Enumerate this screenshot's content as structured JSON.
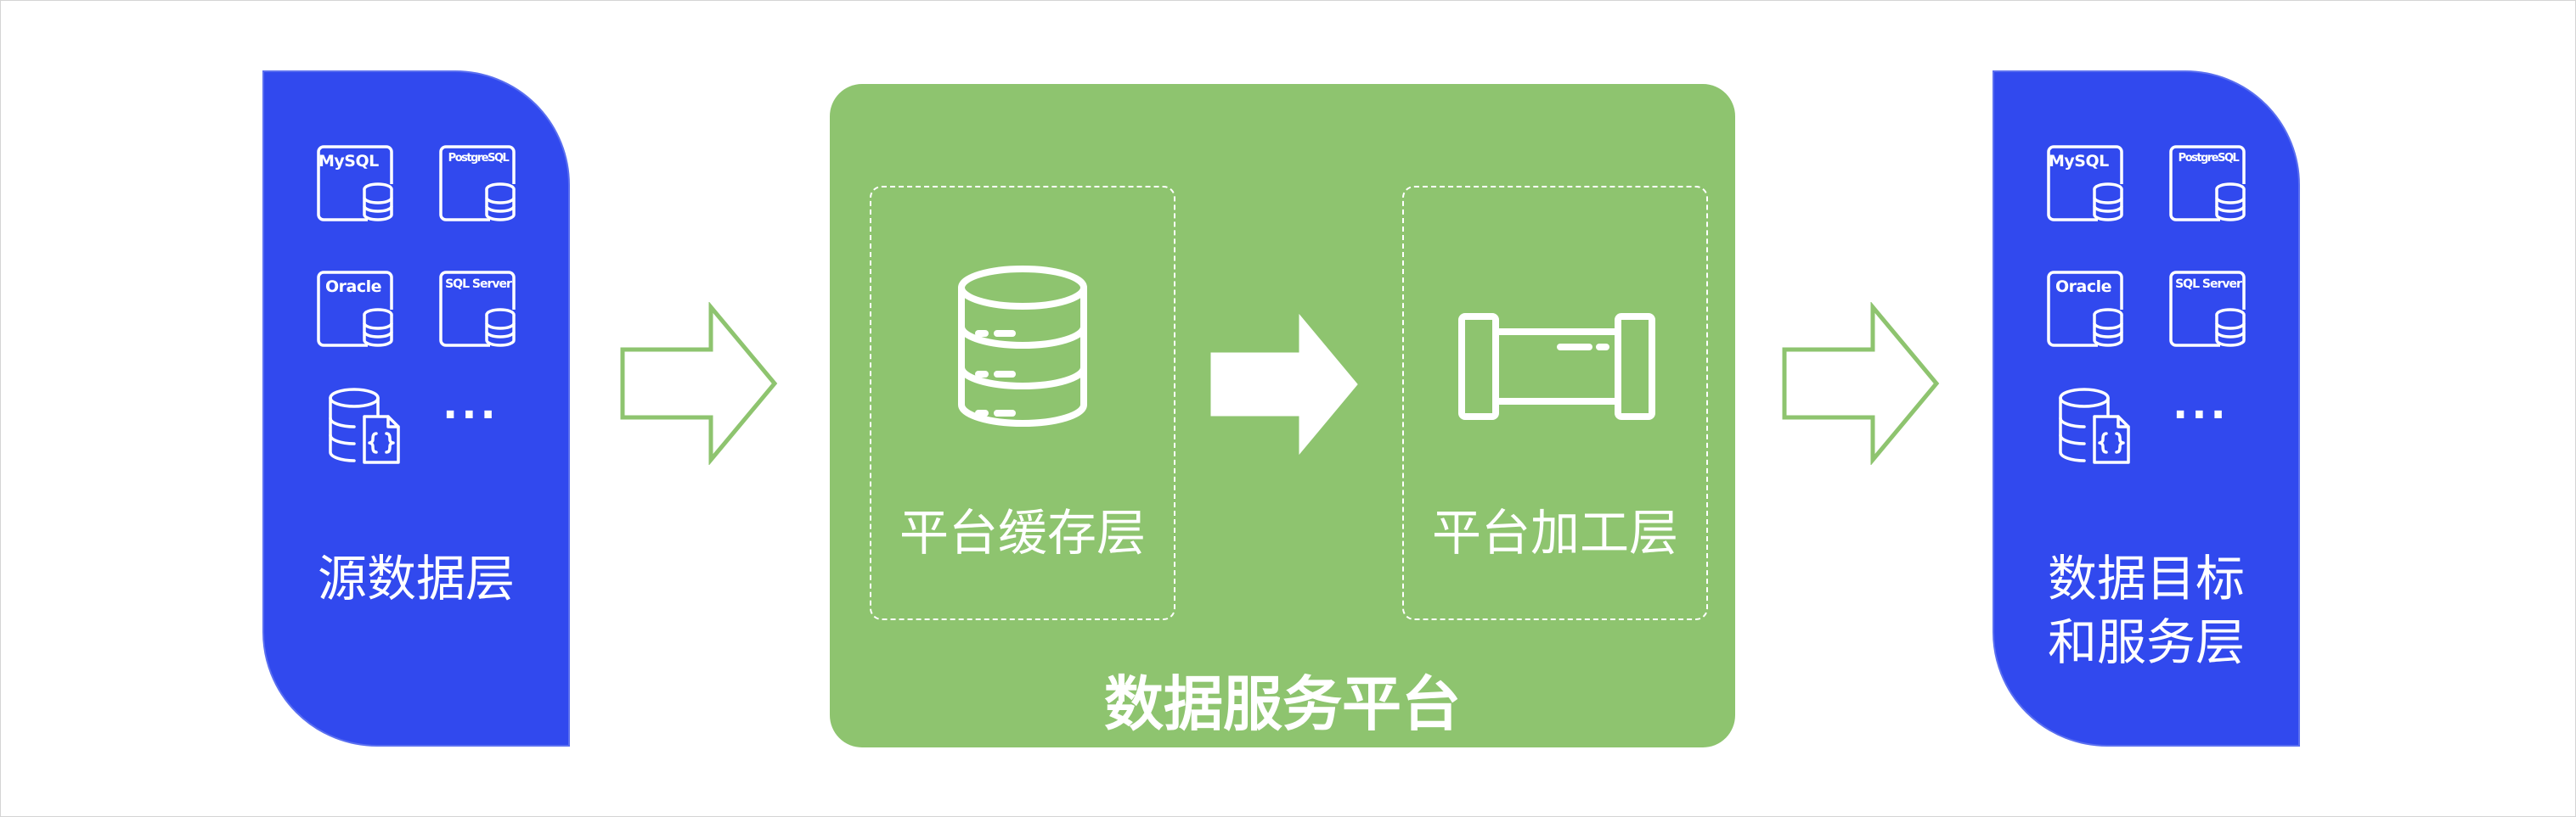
{
  "colors": {
    "source_panel": "#3149ee",
    "platform": "#8ec46f",
    "arrow_stroke": "#8ec46f",
    "text": "#ffffff"
  },
  "source_layer": {
    "title": "源数据层",
    "databases": [
      "MySQL",
      "PostgreSQL",
      "Oracle",
      "SQL Server"
    ],
    "extra_icon": "document-database-icon",
    "more": "···"
  },
  "platform": {
    "title": "数据服务平台",
    "cache_layer": {
      "title": "平台缓存层",
      "icon": "database-server-icon"
    },
    "processing_layer": {
      "title": "平台加工层",
      "icon": "pipe-icon"
    }
  },
  "target_layer": {
    "title_line1": "数据目标",
    "title_line2": "和服务层",
    "databases": [
      "MySQL",
      "PostgreSQL",
      "Oracle",
      "SQL Server"
    ],
    "extra_icon": "document-database-icon",
    "more": "···"
  }
}
